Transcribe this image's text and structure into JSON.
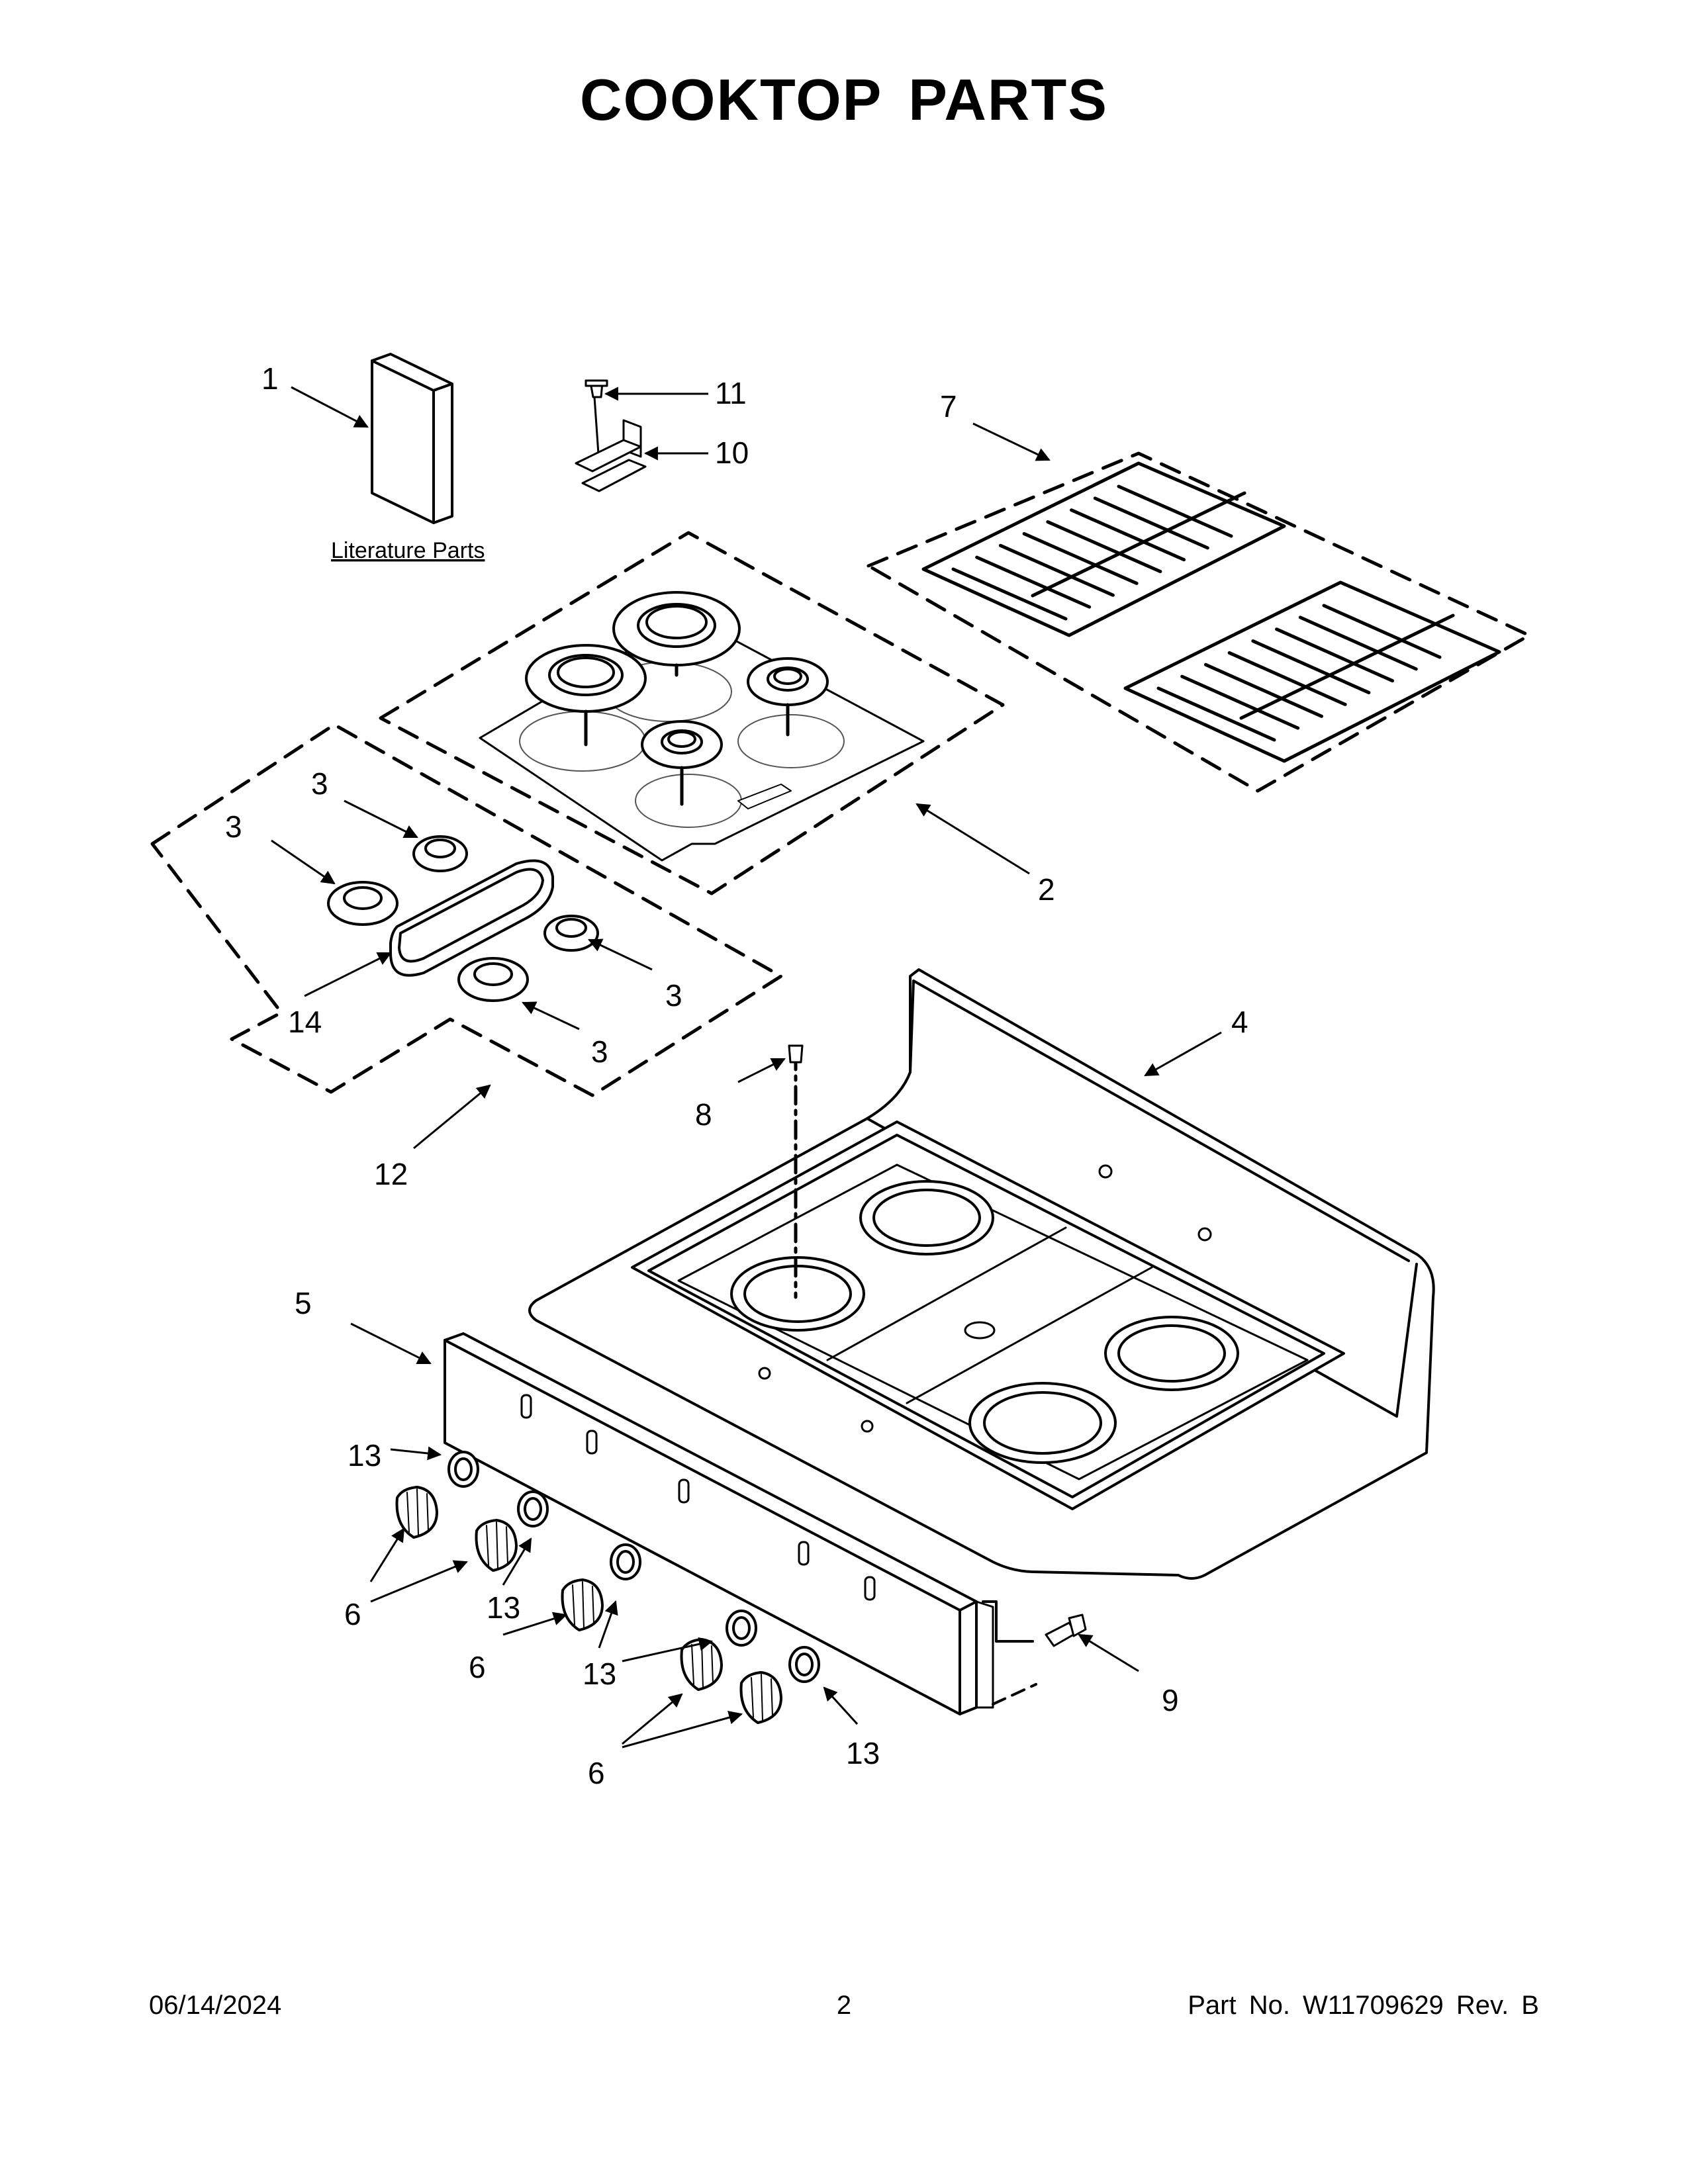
{
  "page": {
    "title": "COOKTOP PARTS",
    "date": "06/14/2024",
    "page_number": "2",
    "part_number": "Part No.  W11709629  Rev.  B"
  },
  "diagram": {
    "literature_label": "Literature Parts",
    "callouts": {
      "c1": "1",
      "c2": "2",
      "c3a": "3",
      "c3b": "3",
      "c3c": "3",
      "c3d": "3",
      "c4": "4",
      "c5": "5",
      "c6a": "6",
      "c6b": "6",
      "c6c": "6",
      "c7": "7",
      "c8": "8",
      "c9": "9",
      "c10": "10",
      "c11": "11",
      "c12": "12",
      "c13a": "13",
      "c13b": "13",
      "c13c": "13",
      "c13d": "13",
      "c14": "14"
    }
  }
}
